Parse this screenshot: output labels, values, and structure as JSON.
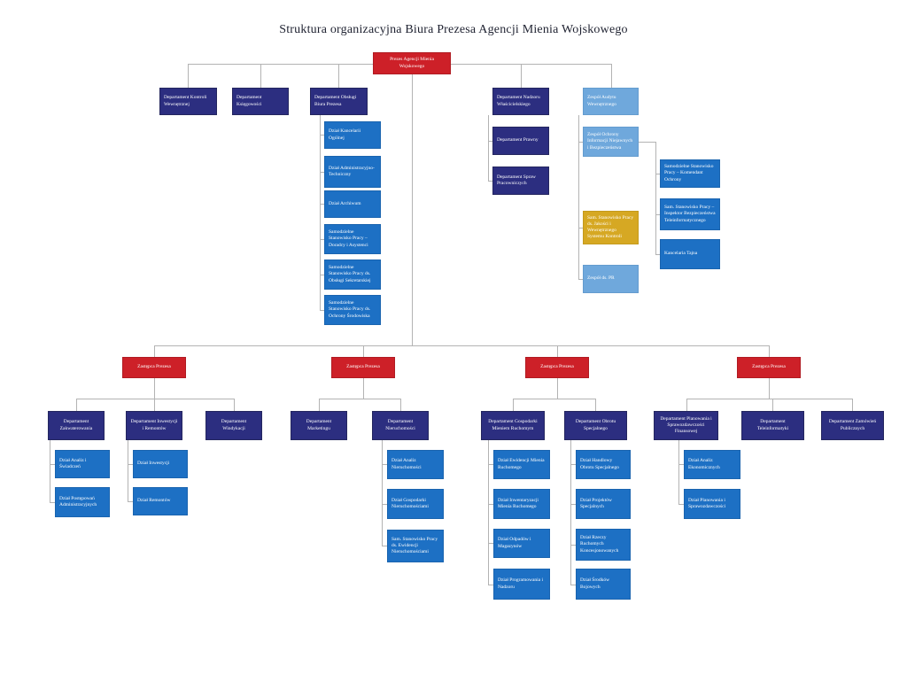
{
  "title": "Struktura organizacyjna Biura Prezesa Agencji Mienia Wojskowego",
  "colors": {
    "president_red": "#cd2028",
    "department_navy": "#2c2e80",
    "unit_blue": "#1d70c4",
    "team_light_blue": "#6fa8dc",
    "quality_gold": "#d6a823",
    "connector_gray": "#b3b3b3"
  },
  "nodes": {
    "prezes": "Prezes Agencji Mienia Wojskowego",
    "dep_kontroli": "Departament Kontroli Wewnętrznej",
    "dep_ksiegowosci": "Departament Księgowości",
    "dep_obslugi": "Departament Obsługi Biura Prezesa",
    "dzial_kancelarii": "Dział Kancelarii Ogólnej",
    "dzial_admin": "Dział Administracyjno-Techniczny",
    "dzial_archiwum": "Dział Archiwum",
    "ssp_doradcy": "Samodzielne Stanowisko Pracy – Doradcy i Asystenci",
    "ssp_sekretarska": "Samodzielne Stanowisko Pracy ds. Obsługi Sekretarskiej",
    "ssp_srodowisko": "Samodzielne Stanowisko Pracy ds. Ochrony Środowiska",
    "dep_nadzoru": "Departament Nadzoru Właścicielskiego",
    "dep_prawny": "Departament Prawny",
    "dep_spraw": "Departament Spraw Pracowniczych",
    "zespol_audytu": "Zespół Audytu Wewnętrznego",
    "zespol_ochrony": "Zespół Ochrony Informacji Niejawnych i Bezpieczeństwa",
    "ssp_jakosci": "Sam. Stanowisko Pracy ds. Jakości i Wewnętrznego Systemu Kontroli",
    "zespol_pr": "Zespół ds. PR",
    "ssp_komendant": "Samodzielne Stanowisko Pracy – Komendant Ochrony",
    "ssp_inspektor": "Sam. Stanowisko Pracy – Inspektor Bezpieczeństwa Teleinformatycznego",
    "kancelaria_tajna": "Kancelaria Tajna",
    "zastepca_1": "Zastępca Prezesa",
    "zastepca_2": "Zastępca Prezesa",
    "zastepca_3": "Zastępca Prezesa",
    "zastepca_4": "Zastępca Prezesa",
    "dep_zakwaterowania": "Departament Zakwaterowania",
    "dep_inwestycji": "Departament Inwestycji i Remontów",
    "dep_windykacji": "Departament Windykacji",
    "dzial_analiz_swiadczen": "Dział Analiz i Świadczeń",
    "dzial_postepowan": "Dział Postępowań Administracyjnych",
    "dzial_inwestycji": "Dział Inwestycji",
    "dzial_remontow": "Dział Remontów",
    "dep_marketingu": "Departament Marketingu",
    "dep_nieruchomosci": "Departament Nieruchomości",
    "dzial_analiz_nier": "Dział Analiz Nieruchomości",
    "dzial_gospodarki_nier": "Dział Gospodarki Nieruchomościami",
    "ssp_ewidencji_nier": "Sam. Stanowisko Pracy ds. Ewidencji Nieruchomościami",
    "dep_gospodarki_mieniem": "Departament Gospodarki Mieniem Ruchomym",
    "dep_obrotu": "Departament Obrotu Specjalnego",
    "dzial_ewidencji_mienia": "Dział Ewidencji Mienia Ruchomego",
    "dzial_inwentaryzacji": "Dział Inwentaryzacji Mienia Ruchomego",
    "dzial_odpadow": "Dział Odpadów i Magazynów",
    "dzial_programowania": "Dział Programowania i Nadzoru",
    "dzial_handlowy": "Dział Handlowy Obrotu Specjalnego",
    "dzial_projektow": "Dział Projektów Specjalnych",
    "dzial_rzeczy": "Dział Rzeczy Ruchomych Koncesjonowanych",
    "dzial_srodkow": "Dział Środków Bojowych",
    "dep_planowania": "Departament Planowania i Sprawozdawczości Finansowej",
    "dep_teleinformatyki": "Departament Teleinformatyki",
    "dep_zamowien": "Departament Zamówień Publicznych",
    "dzial_analiz_ekon": "Dział Analiz Ekonomicznych",
    "dzial_planowania": "Dział Planowania i Sprawozdawczości"
  }
}
